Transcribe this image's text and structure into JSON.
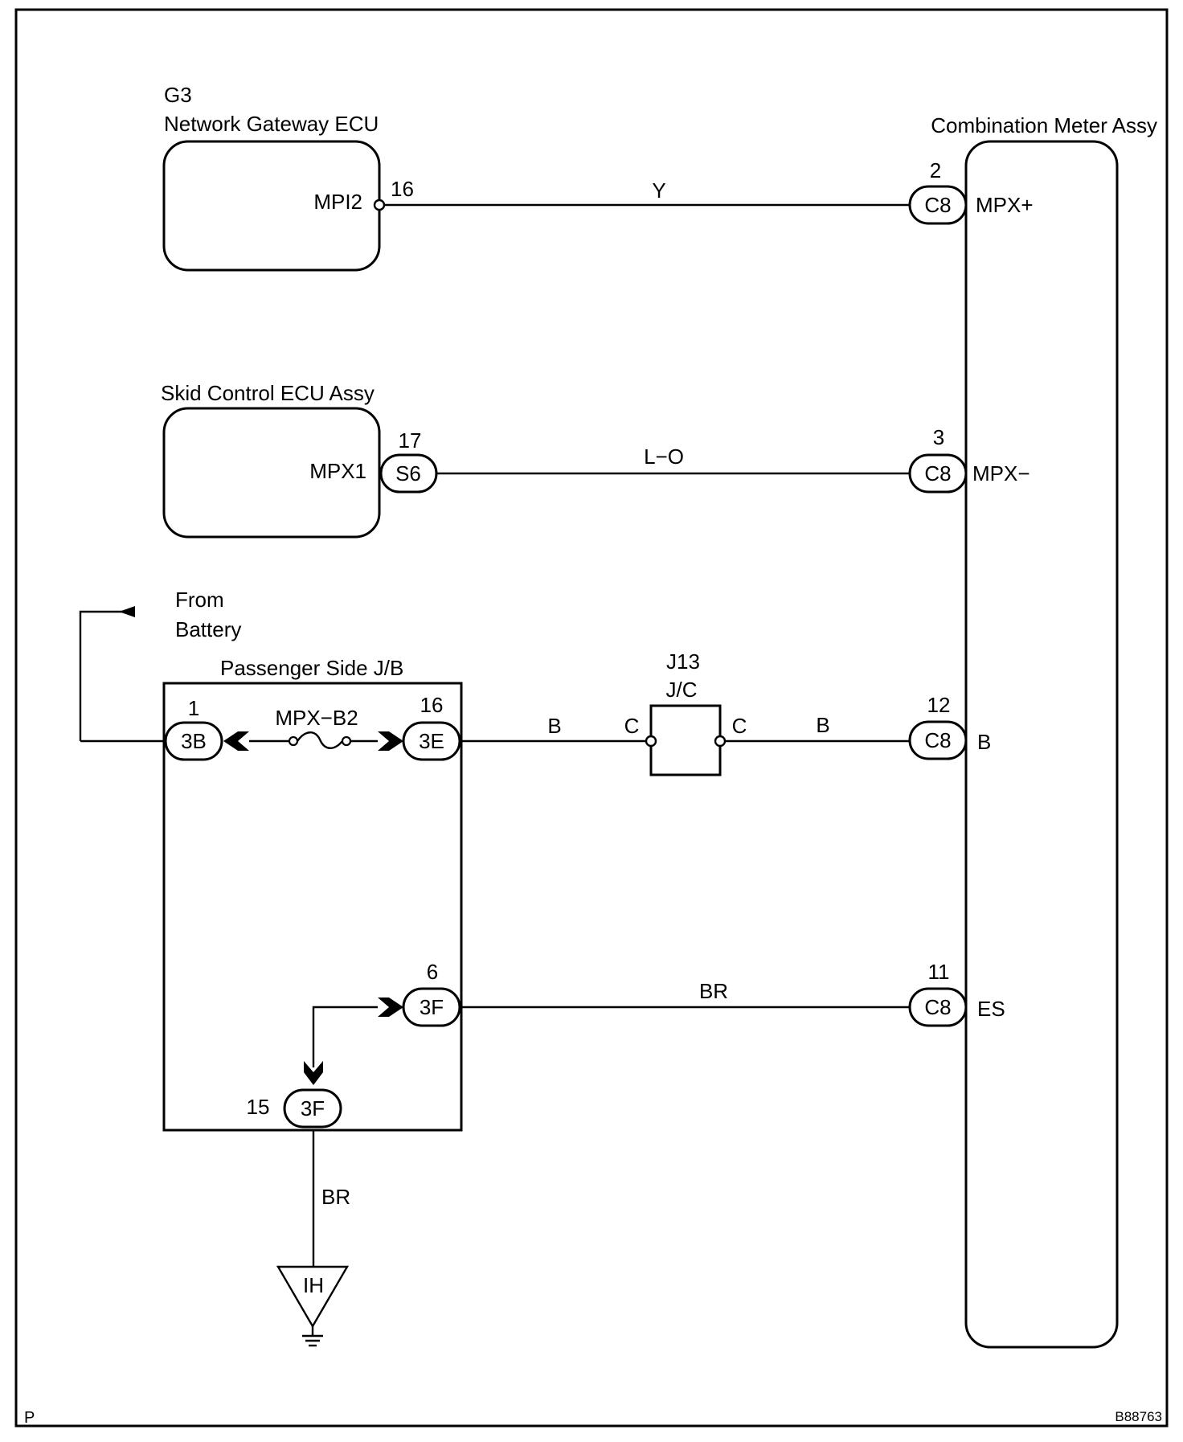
{
  "components": {
    "gateway": {
      "id": "G3",
      "name": "Network Gateway ECU",
      "terminal": "MPI2",
      "pin": "16"
    },
    "skid": {
      "name": "Skid Control ECU Assy",
      "terminal": "MPX1",
      "pin": "17",
      "connector": "S6"
    },
    "meter": {
      "name": "Combination Meter Assy",
      "pins": [
        {
          "pin": "2",
          "connector": "C8",
          "terminal": "MPX+"
        },
        {
          "pin": "3",
          "connector": "C8",
          "terminal": "MPX−"
        },
        {
          "pin": "12",
          "connector": "C8",
          "terminal": "B"
        },
        {
          "pin": "11",
          "connector": "C8",
          "terminal": "ES"
        }
      ]
    },
    "jb": {
      "name": "Passenger Side J/B",
      "fuse": "MPX−B2",
      "connectors": [
        {
          "pin": "1",
          "connector": "3B"
        },
        {
          "pin": "16",
          "connector": "3E"
        },
        {
          "pin": "6",
          "connector": "3F"
        },
        {
          "pin": "15",
          "connector": "3F"
        }
      ]
    },
    "junction": {
      "id": "J13",
      "name": "J/C",
      "left_terminal": "C",
      "right_terminal": "C"
    },
    "ground": {
      "label": "IH"
    }
  },
  "battery": {
    "line1": "From",
    "line2": "Battery"
  },
  "wires": {
    "gateway_to_meter": "Y",
    "skid_to_meter": "L−O",
    "jb_to_jc": "B",
    "jc_to_meter": "B",
    "jb_to_meter_es": "BR",
    "jb_to_ground": "BR"
  },
  "footer": {
    "left": "P",
    "right": "B88763"
  }
}
